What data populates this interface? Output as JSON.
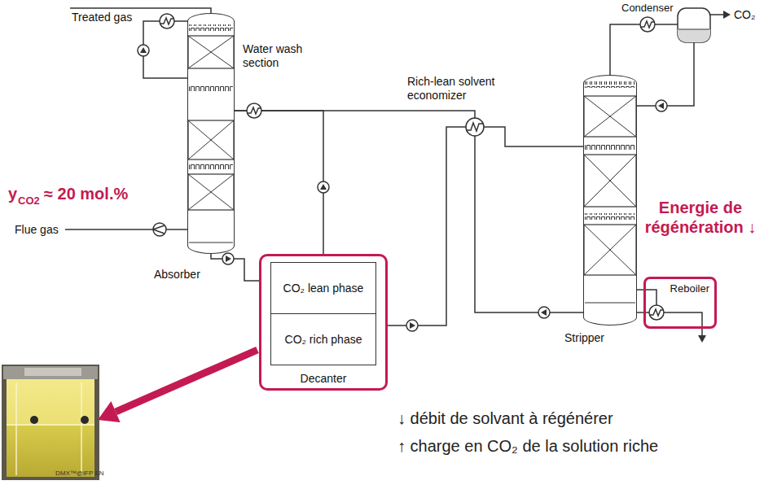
{
  "diagram": {
    "nodes": [
      {
        "text": [
          "Absorber"
        ]
      },
      {
        "text": [
          "Decanter"
        ]
      },
      {
        "text": [
          "CO₂ lean phase"
        ],
        "in": 1
      },
      {
        "text": [
          "CO₂ rich phase"
        ],
        "in": 1
      },
      {
        "text": [
          "Stripper"
        ]
      },
      {
        "text": [
          "Reboiler"
        ]
      }
    ],
    "edges": [
      {
        "from": 0,
        "to": 1,
        "arrow": "none"
      },
      {
        "from": 1,
        "to": 4,
        "arrow": "none"
      },
      {
        "from": 4,
        "to": 0,
        "arrow": "none"
      },
      {
        "from": 1,
        "to": 0,
        "arrow": "none"
      },
      {
        "from": 4,
        "to": 5,
        "arrow": "none"
      }
    ],
    "labels": [
      "Treated gas",
      "Water wash section",
      "y",
      "CO2",
      "≈ 20 mol.%",
      "Flue gas",
      "Rich-lean solvent economizer",
      "Condenser",
      "CO₂",
      "Energie de régénération ↓",
      "↓ débit de solvant à régénérer",
      "↑ charge en CO₂ de la solution riche",
      "DMX™@IFP EN"
    ]
  }
}
